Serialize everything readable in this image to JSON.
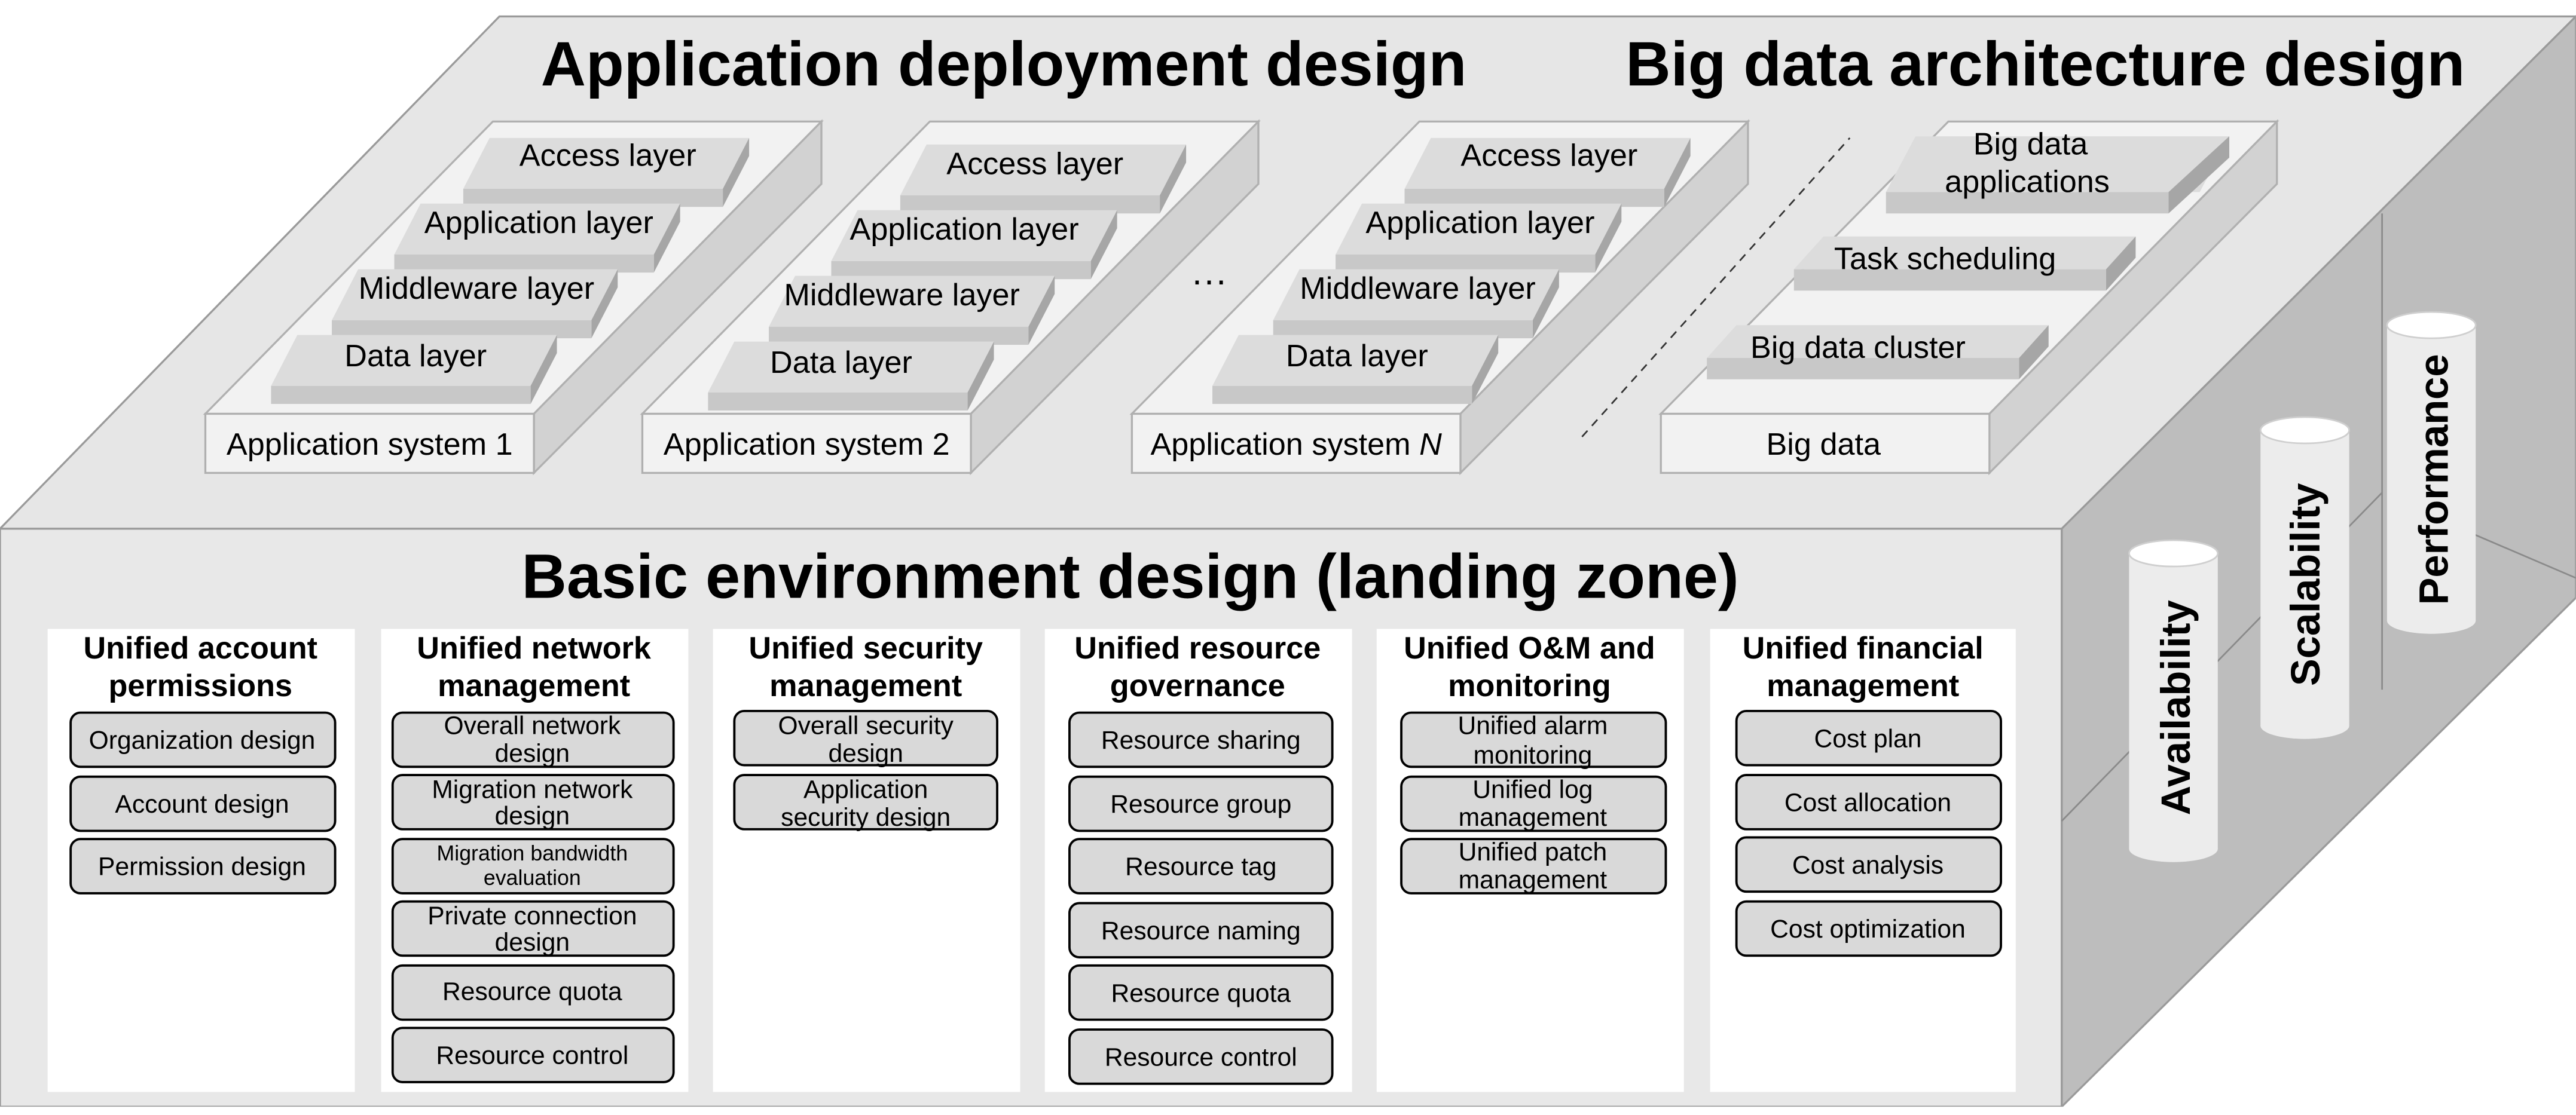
{
  "top_titles": {
    "app_deploy": "Application deployment design",
    "big_data_arch": "Big data architecture design"
  },
  "app_systems": [
    {
      "label": "Application system 1",
      "layers": [
        "Access layer",
        "Application layer",
        "Middleware layer",
        "Data layer"
      ]
    },
    {
      "label": "Application system 2",
      "layers": [
        "Access layer",
        "Application layer",
        "Middleware layer",
        "Data layer"
      ]
    },
    {
      "label_prefix": "Application system ",
      "label_italic": "N",
      "layers": [
        "Access layer",
        "Application layer",
        "Middleware layer",
        "Data layer"
      ]
    }
  ],
  "ellipsis": "···",
  "big_data": {
    "label": "Big data",
    "layers": [
      [
        "Big data",
        "applications"
      ],
      [
        "Task scheduling"
      ],
      [
        "Big data cluster"
      ]
    ]
  },
  "front_title": "Basic environment design (landing zone)",
  "columns": [
    {
      "title": [
        "Unified account",
        "permissions"
      ],
      "items": [
        [
          "Organization design"
        ],
        [
          "Account design"
        ],
        [
          "Permission design"
        ]
      ]
    },
    {
      "title": [
        "Unified network",
        "management"
      ],
      "items": [
        [
          "Overall network",
          "design"
        ],
        [
          "Migration network",
          "design"
        ],
        [
          "Migration bandwidth",
          "evaluation"
        ],
        [
          "Private connection",
          "design"
        ],
        [
          "Resource quota"
        ],
        [
          "Resource control"
        ]
      ]
    },
    {
      "title": [
        "Unified security",
        "management"
      ],
      "items": [
        [
          "Overall security",
          "design"
        ],
        [
          "Application",
          "security design"
        ]
      ]
    },
    {
      "title": [
        "Unified resource",
        "governance"
      ],
      "items": [
        [
          "Resource sharing"
        ],
        [
          "Resource group"
        ],
        [
          "Resource tag"
        ],
        [
          "Resource naming"
        ],
        [
          "Resource quota"
        ],
        [
          "Resource control"
        ]
      ]
    },
    {
      "title": [
        "Unified O&M and",
        "monitoring"
      ],
      "items": [
        [
          "Unified alarm",
          "monitoring"
        ],
        [
          "Unified log",
          "management"
        ],
        [
          "Unified patch",
          "management"
        ]
      ]
    },
    {
      "title": [
        "Unified financial",
        "management"
      ],
      "items": [
        [
          "Cost plan"
        ],
        [
          "Cost allocation"
        ],
        [
          "Cost analysis"
        ],
        [
          "Cost optimization"
        ]
      ]
    }
  ],
  "side_cylinders": [
    "Availability",
    "Scalability",
    "Performance"
  ],
  "colors": {
    "box_top": "#e6e6e6",
    "box_front": "#e8e8e8",
    "box_side": "#bdbdbd",
    "outline": "#9a9a9a",
    "panel": "#ffffff",
    "item_fill": "#d9d9d9",
    "layer_top": "#dcdcdc",
    "layer_side": "#a6a6a6",
    "tray": "#f2f2f2"
  }
}
